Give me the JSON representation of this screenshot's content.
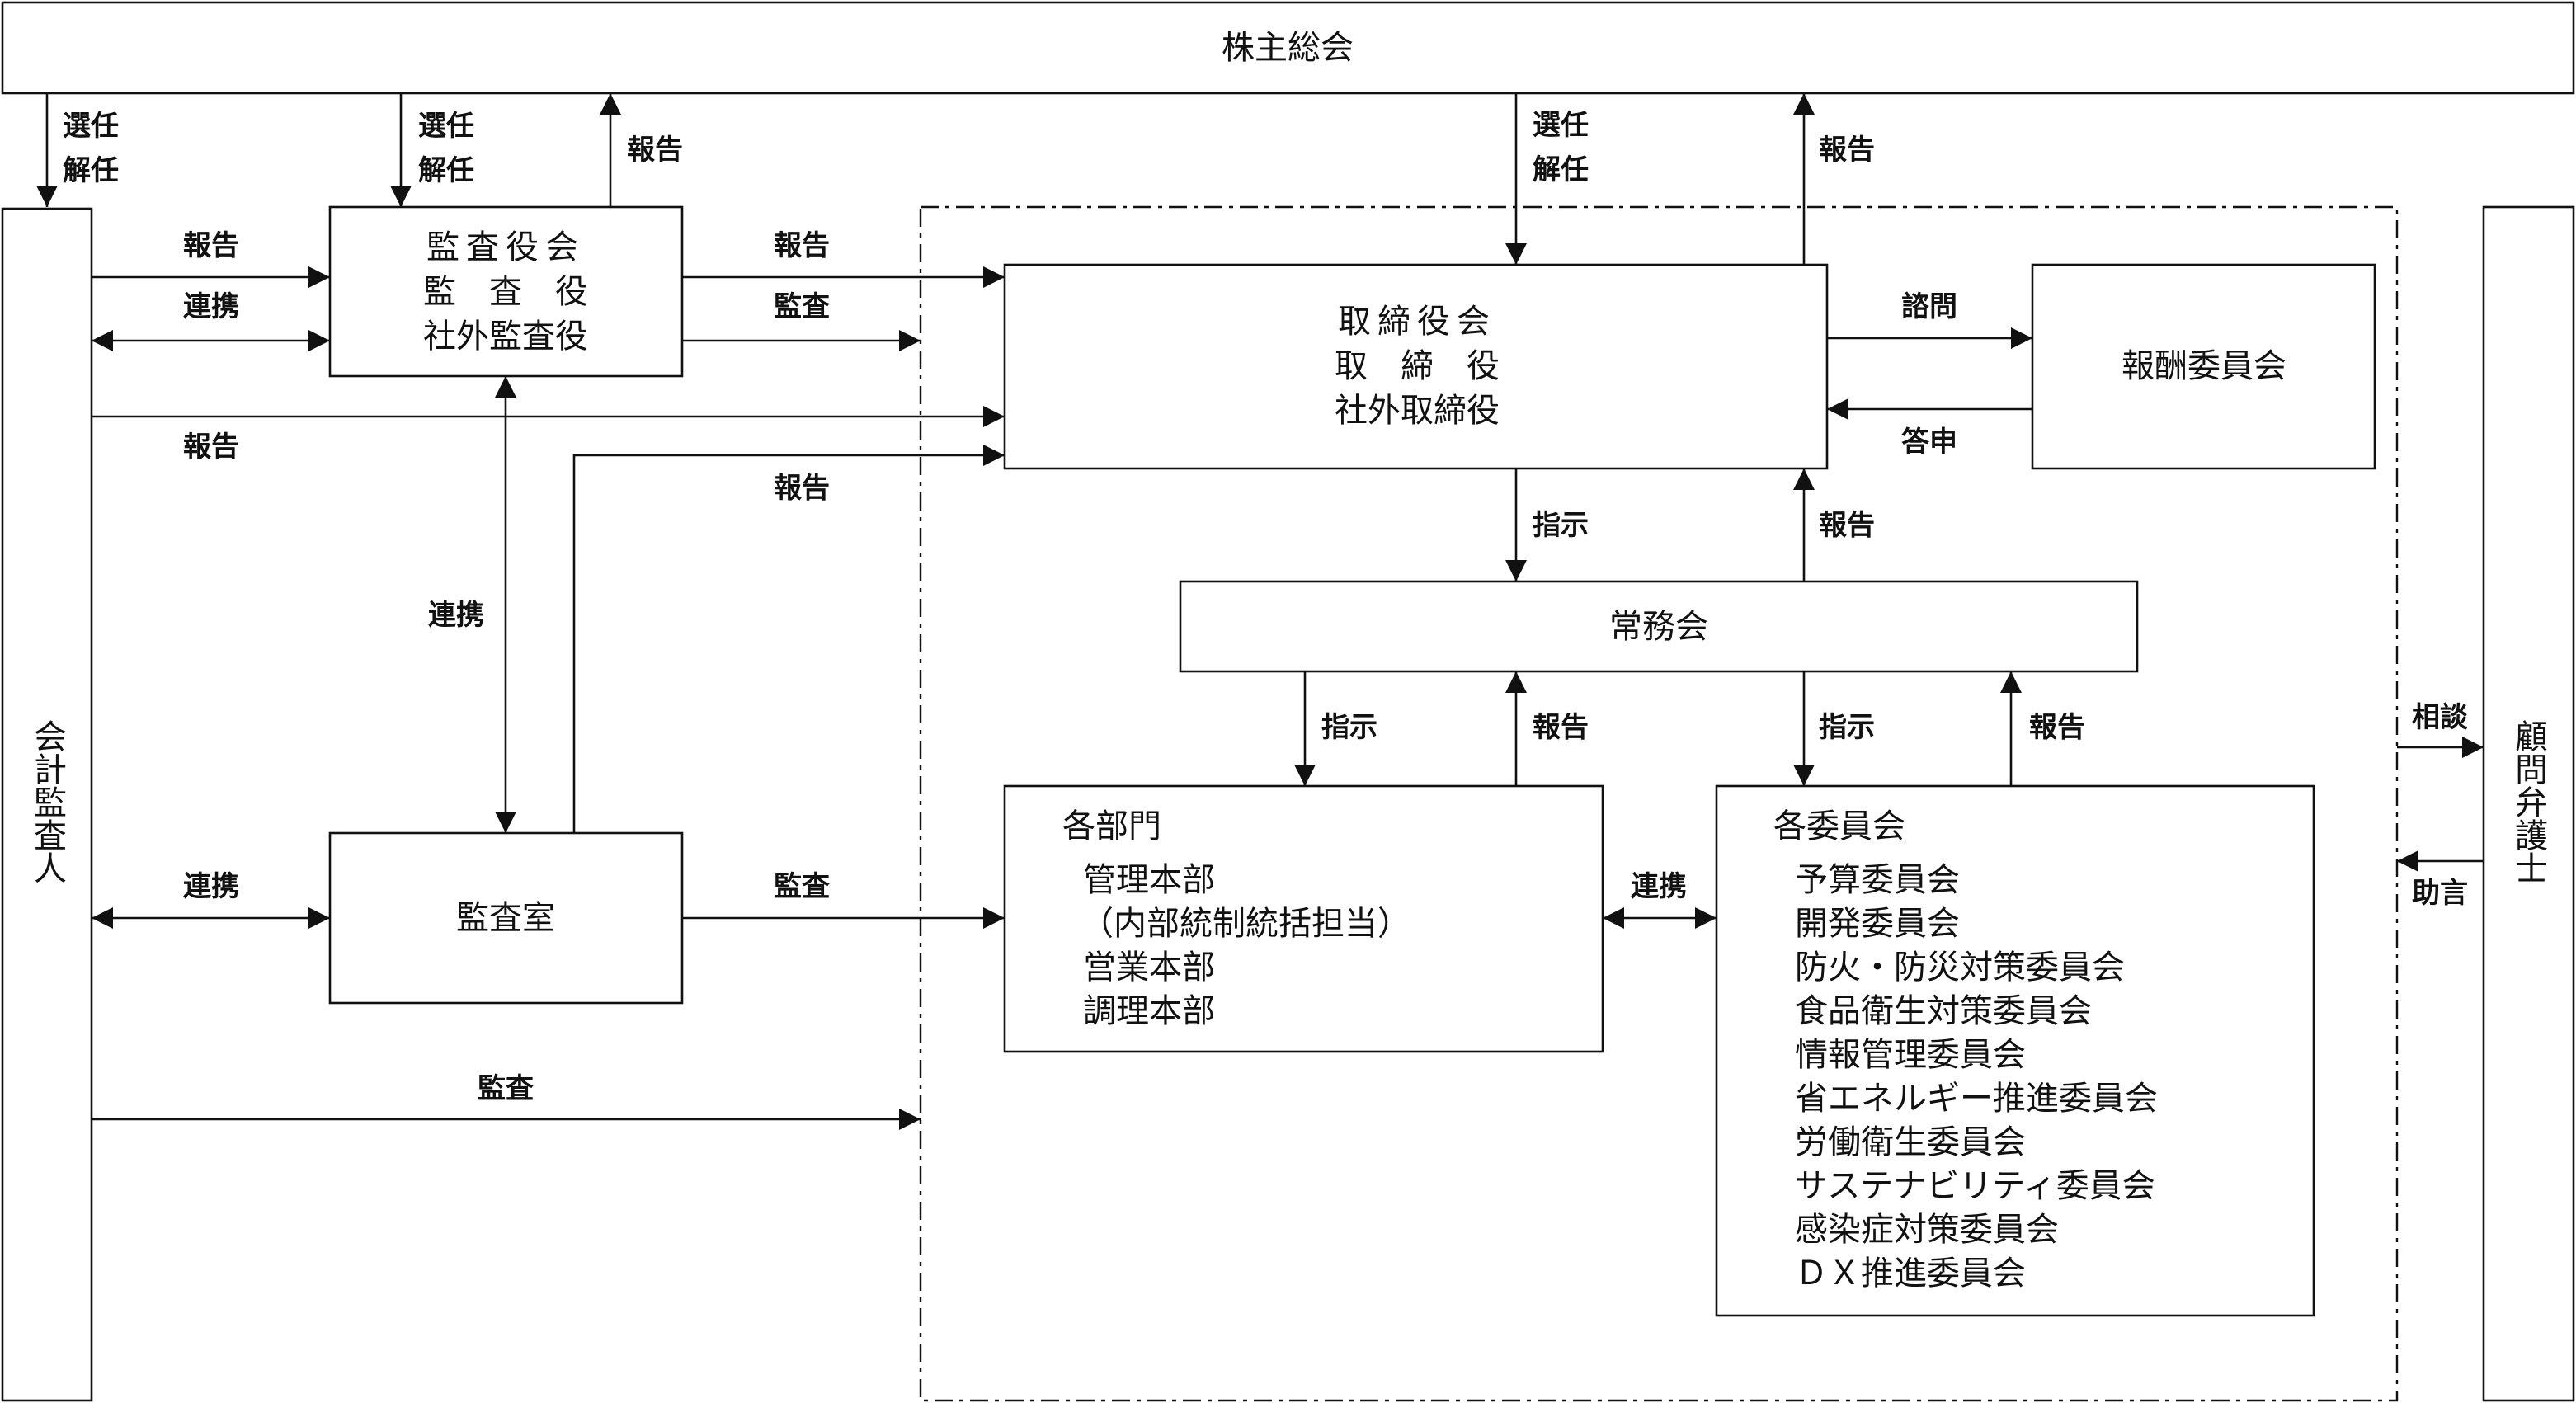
{
  "boxes": {
    "shareholders": "株主総会",
    "auditors": [
      "監査役会",
      "監　査　役",
      "社外監査役"
    ],
    "accounting_auditor": "会計監査人",
    "board": [
      "取締役会",
      "取　締　役",
      "社外取締役"
    ],
    "remuneration": "報酬委員会",
    "executive": "常務会",
    "audit_office": "監査室",
    "departments": {
      "title": "各部門",
      "items": [
        "管理本部",
        "（内部統制統括担当）",
        "営業本部",
        "調理本部"
      ]
    },
    "committees": {
      "title": "各委員会",
      "items": [
        "予算委員会",
        "開発委員会",
        "防火・防災対策委員会",
        "食品衛生対策委員会",
        "情報管理委員会",
        "省エネルギー推進委員会",
        "労働衛生委員会",
        "サステナビリティ委員会",
        "感染症対策委員会",
        "ＤＸ推進委員会"
      ]
    },
    "lawyer": "顧問弁護士"
  },
  "labels": {
    "elect_1": "選任",
    "dismiss_1": "解任",
    "elect_2": "選任",
    "dismiss_2": "解任",
    "elect_3": "選任",
    "dismiss_3": "解任",
    "report_auditors_to_gm": "報告",
    "report_board_to_gm": "報告",
    "report_accountant_to_auditors": "報告",
    "coop_accountant_auditors": "連携",
    "report_accountant_to_board": "報告",
    "report_auditors_to_board": "報告",
    "audit_auditors": "監査",
    "report_auditoffice_to_board": "報告",
    "coop_auditors_auditoffice": "連携",
    "consult": "諮問",
    "answer": "答申",
    "instruct_board": "指示",
    "report_exec_to_board": "報告",
    "instruct_departments": "指示",
    "report_departments": "報告",
    "instruct_committees": "指示",
    "report_committees": "報告",
    "coop_accountant_auditoffice": "連携",
    "audit_auditoffice": "監査",
    "coop_departments_committees": "連携",
    "audit_accountant": "監査",
    "consultation": "相談",
    "advice": "助言"
  }
}
